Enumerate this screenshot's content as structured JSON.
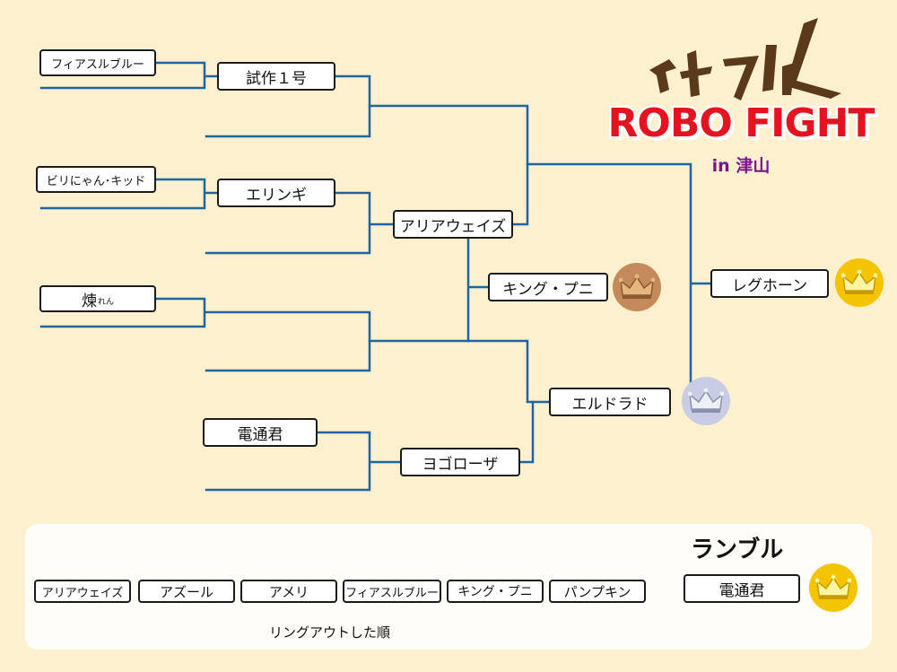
{
  "logo": {
    "katakana": "ロボファイト",
    "title": "ROBO FIGHT",
    "subtitle": "in 津山"
  },
  "bracket": {
    "round1": {
      "fiasuruburu": "フィアスルブルー",
      "biri": "ビリにゃん･キッド",
      "ren": "煉",
      "ren_ruby": "れん",
      "dentsu": "電通君"
    },
    "round2": {
      "shisaku": "試作１号",
      "eringi": "エリンギ",
      "yogoroza": "ヨゴローザ"
    },
    "semifinal": {
      "ariaweizu": "アリアウェイズ",
      "eldorado": "エルドラド"
    },
    "winners": {
      "third": "キング・プニ",
      "champion": "レグホーン"
    }
  },
  "rumble": {
    "title": "ランブル",
    "order": [
      "アリアウェイズ",
      "アズール",
      "アメリ",
      "フィアスルブルー",
      "キング・プニ",
      "パンプキン"
    ],
    "order_caption": "リングアウトした順",
    "winner": "電通君"
  },
  "colors": {
    "background": "#fdf0cf",
    "line": "#1f66a0",
    "gold": "#f4c400",
    "silver": "#b8bed8",
    "bronze": "#c48a5c",
    "logo_red": "#e5121f",
    "logo_purple": "#7a1590"
  }
}
